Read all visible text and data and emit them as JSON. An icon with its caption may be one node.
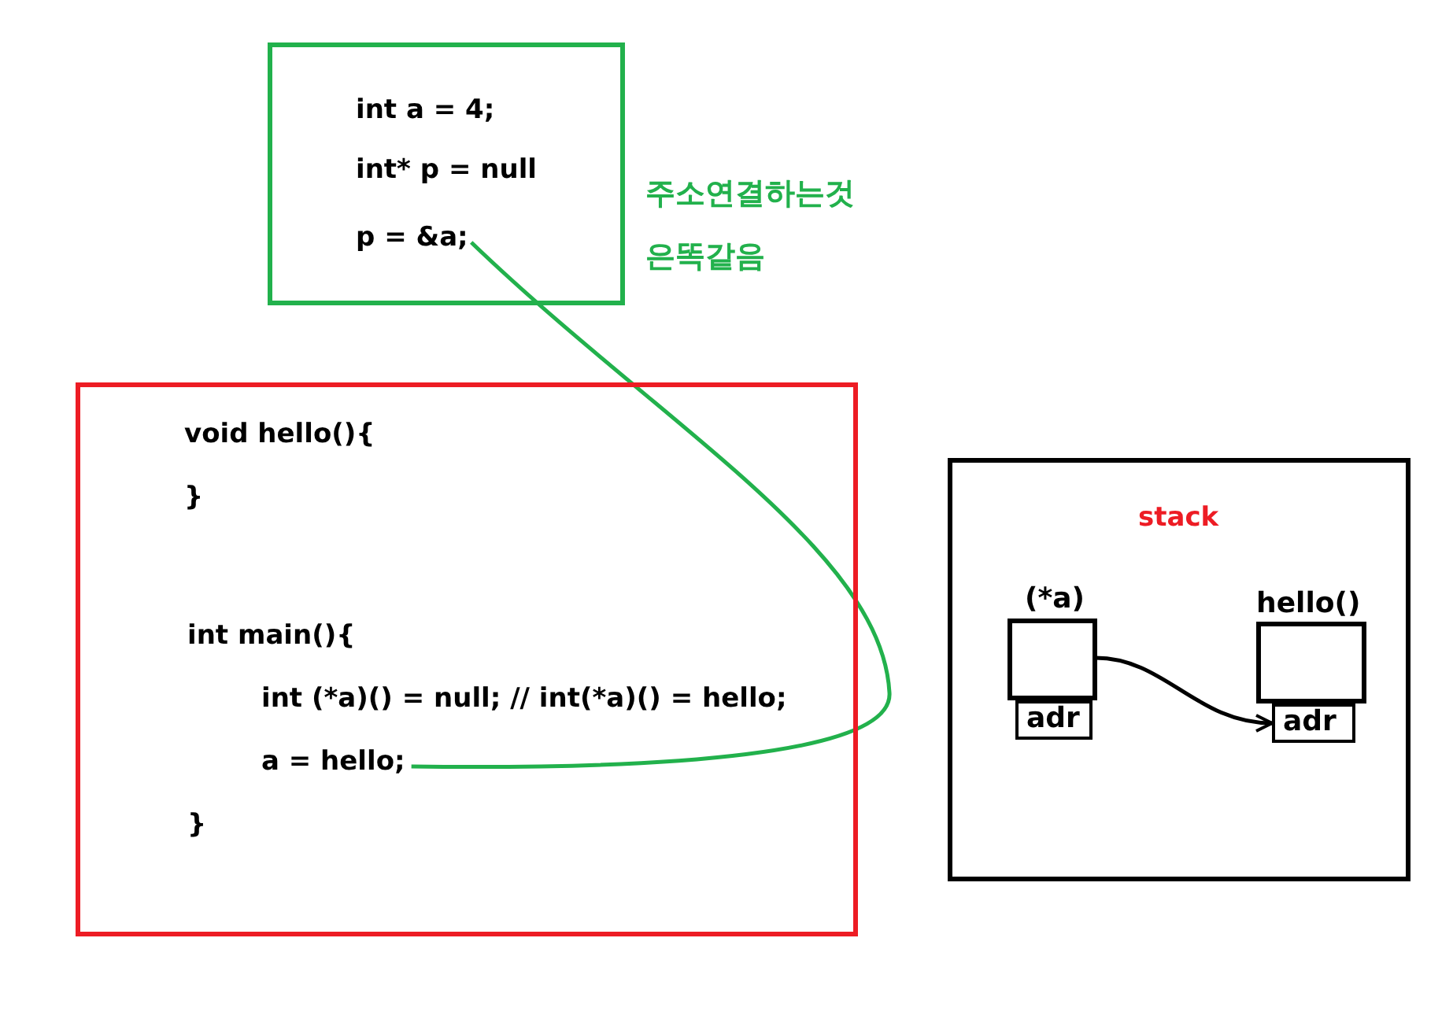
{
  "diagram": {
    "nodes": [
      {
        "text": [
          "int a = 4;",
          "int* p = null"
        ]
      },
      {
        "text": [
          "p = &a;"
        ],
        "in": 0
      },
      {
        "text": [
          "void hello(){",
          "}",
          "int main(){",
          "int (*a)() = null; // int(*a)() = hello;",
          "}"
        ]
      },
      {
        "text": [
          "a = hello;"
        ],
        "in": 2
      },
      {
        "text": [
          "stack"
        ]
      },
      {
        "text": [
          "(*a)"
        ],
        "in": 4
      },
      {
        "text": [
          "adr"
        ],
        "in": 4
      },
      {
        "text": [
          "hello()"
        ],
        "in": 4
      },
      {
        "text": [
          "adr"
        ],
        "in": 4
      }
    ],
    "edges": [
      {
        "from": 1,
        "to": 3,
        "arrow": "none",
        "color": "#22b14c"
      },
      {
        "from": 5,
        "to": 8,
        "arrow": "to",
        "color": "#000000"
      }
    ],
    "labels": [
      "주소연결하는것 은똑같음"
    ]
  }
}
